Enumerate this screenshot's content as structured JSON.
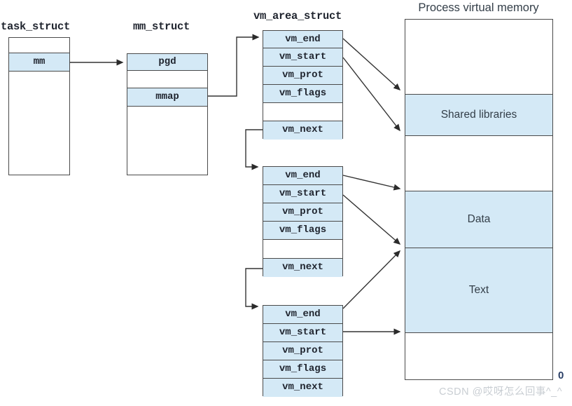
{
  "task_struct": {
    "title": "task_struct",
    "rows": [
      "mm"
    ]
  },
  "mm_struct": {
    "title": "mm_struct",
    "rows": [
      "pgd",
      "mmap"
    ]
  },
  "vm_area": {
    "title": "vm_area_struct",
    "blocks": [
      {
        "rows": [
          "vm_end",
          "vm_start",
          "vm_prot",
          "vm_flags",
          "",
          "vm_next"
        ]
      },
      {
        "rows": [
          "vm_end",
          "vm_start",
          "vm_prot",
          "vm_flags",
          "",
          "vm_next"
        ]
      },
      {
        "rows": [
          "vm_end",
          "vm_start",
          "vm_prot",
          "vm_flags",
          "vm_next"
        ]
      }
    ]
  },
  "memory": {
    "title": "Process virtual memory",
    "regions": [
      {
        "label": "",
        "type": "unused"
      },
      {
        "label": "Shared libraries",
        "type": "mapped"
      },
      {
        "label": "",
        "type": "unused"
      },
      {
        "label": "Data",
        "type": "mapped"
      },
      {
        "label": "Text",
        "type": "mapped"
      },
      {
        "label": "",
        "type": "unused"
      }
    ],
    "origin_label": "0"
  },
  "watermark": "CSDN @哎呀怎么回事^_^",
  "colors": {
    "highlight_fill": "#d4e9f6",
    "border": "#4a4a4a",
    "arrow": "#333333",
    "struct_text": "#20252f",
    "memory_text": "#333e48",
    "watermark_text": "#c9ced3"
  }
}
